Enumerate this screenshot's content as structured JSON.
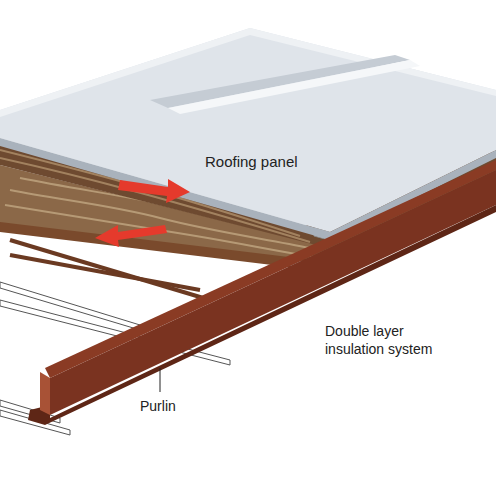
{
  "diagram": {
    "labels": [
      "Roofing panel",
      "Double layer insulation system",
      "Purlin"
    ]
  }
}
